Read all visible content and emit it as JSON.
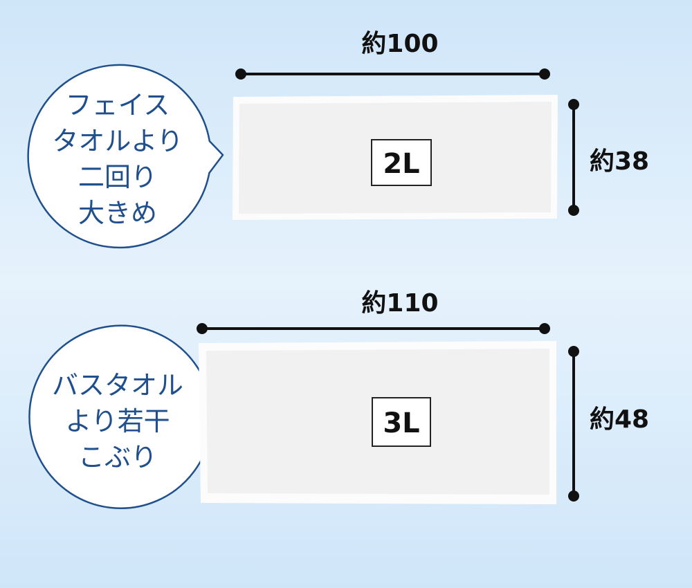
{
  "towels": [
    {
      "size_label": "2L",
      "width_label": "約100",
      "height_label": "約38",
      "bubble_lines": [
        "フェイス",
        "タオルより",
        "二回り",
        "大きめ"
      ]
    },
    {
      "size_label": "3L",
      "width_label": "約110",
      "height_label": "約48",
      "bubble_lines": [
        "バスタオル",
        "より若干",
        "こぶり"
      ]
    }
  ],
  "colors": {
    "background_light": "#e6f2fc",
    "background_dark": "#cfe6f9",
    "bubble_outline": "#1f4f8d",
    "bubble_text": "#1f4f8d",
    "towel_fill": "#f1f1f1",
    "dimension_lines": "#111111"
  }
}
